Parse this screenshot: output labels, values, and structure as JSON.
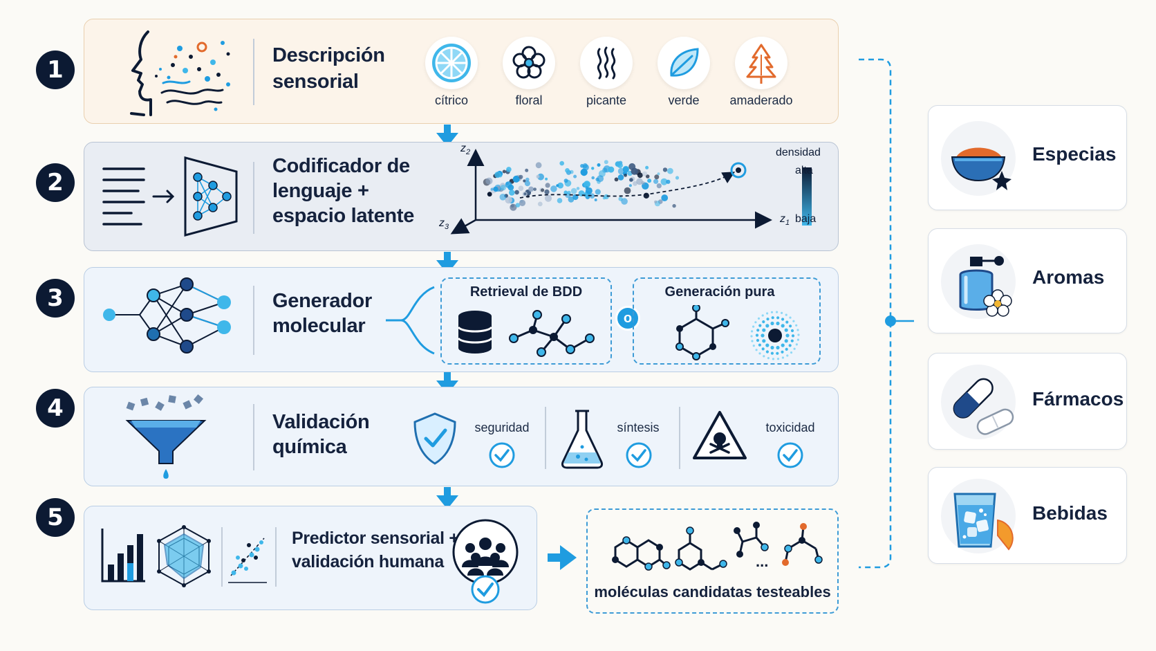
{
  "steps": [
    {
      "number": "1",
      "title_line1": "Descripción",
      "title_line2": "sensorial"
    },
    {
      "number": "2",
      "title_line1": "Codificador de",
      "title_line2": "lenguaje +",
      "title_line3": "espacio latente"
    },
    {
      "number": "3",
      "title_line1": "Generador",
      "title_line2": "molecular"
    },
    {
      "number": "4",
      "title_line1": "Validación",
      "title_line2": "química"
    },
    {
      "number": "5",
      "title_line1": "Predictor sensorial +",
      "title_line2": "validación humana"
    }
  ],
  "descriptors": [
    {
      "label": "cítrico",
      "icon": "citrus-slice-icon"
    },
    {
      "label": "floral",
      "icon": "flower-icon"
    },
    {
      "label": "picante",
      "icon": "heat-waves-icon"
    },
    {
      "label": "verde",
      "icon": "leaf-icon"
    },
    {
      "label": "amaderado",
      "icon": "tree-icon"
    }
  ],
  "latent": {
    "axis_z1": "z",
    "axis_z1_sub": "1",
    "axis_z2": "z",
    "axis_z2_sub": "2",
    "axis_z3": "z",
    "axis_z3_sub": "3",
    "legend_title": "densidad",
    "legend_high": "alta",
    "legend_low": "baja"
  },
  "generator": {
    "option_a": "Retrieval de BDD",
    "option_b": "Generación pura",
    "connector": "o"
  },
  "validation": [
    {
      "label": "seguridad",
      "icon": "shield-check-icon"
    },
    {
      "label": "síntesis",
      "icon": "flask-icon"
    },
    {
      "label": "toxicidad",
      "icon": "toxic-warning-icon"
    }
  ],
  "output": {
    "ellipsis": "...",
    "caption": "moléculas candidatas testeables"
  },
  "applications": [
    {
      "label": "Especias",
      "icon": "spice-bowl-icon"
    },
    {
      "label": "Aromas",
      "icon": "perfume-bottle-icon"
    },
    {
      "label": "Fármacos",
      "icon": "capsule-icon"
    },
    {
      "label": "Bebidas",
      "icon": "drink-glass-icon"
    }
  ],
  "colors": {
    "navy": "#0c1a33",
    "accent_blue": "#1f9ce0",
    "light_blue": "#3fb7ea",
    "panel_blue": "#eef4fb",
    "panel_beige": "#fcf4ea",
    "orange": "#e26a2c"
  }
}
